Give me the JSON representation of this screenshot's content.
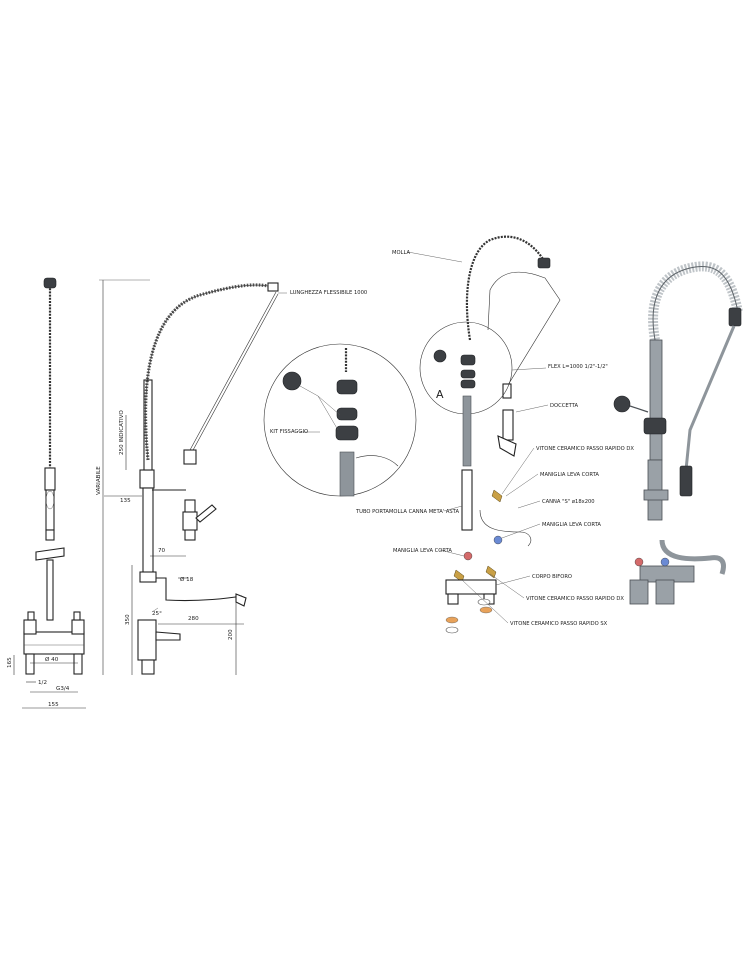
{
  "labels": {
    "flex_length": "LUNGHEZZA FLESSIBILE 1000",
    "variable": "VARIABILE",
    "indicative": "250 INDICATIVO",
    "kit": "KIT FISSAGGIO",
    "molla": "MOLLA",
    "flex": "FLEX L=1000 1/2\"-1/2\"",
    "doccetta": "DOCCETTA",
    "vitone_dx_top": "VITONE CERAMICO PASSO RAPIDO DX",
    "maniglia_1": "MANIGLIA LEVA CORTA",
    "canna": "CANNA \"S\" ø18x200",
    "maniglia_2": "MANIGLIA LEVA CORTA",
    "tubo": "TUBO PORTAMOLLA CANNA META' ASTA",
    "maniglia_3": "MANIGLIA LEVA CORTA",
    "corpo": "CORPO BIFORO",
    "vitone_dx": "VITONE CERAMICO PASSO RAPIDO DX",
    "vitone_sx": "VITONE CERAMICO PASSO RAPIDO SX",
    "detail_a": "A"
  },
  "dimensions": {
    "d135": "135",
    "d70": "70",
    "d18": "Ø 18",
    "d280": "280",
    "d350": "350",
    "d200": "200",
    "d25": "25°",
    "d165": "165",
    "d40": "Ø 40",
    "d_3_4": "G3/4",
    "d_1_2": "1/2",
    "d155": "155"
  }
}
